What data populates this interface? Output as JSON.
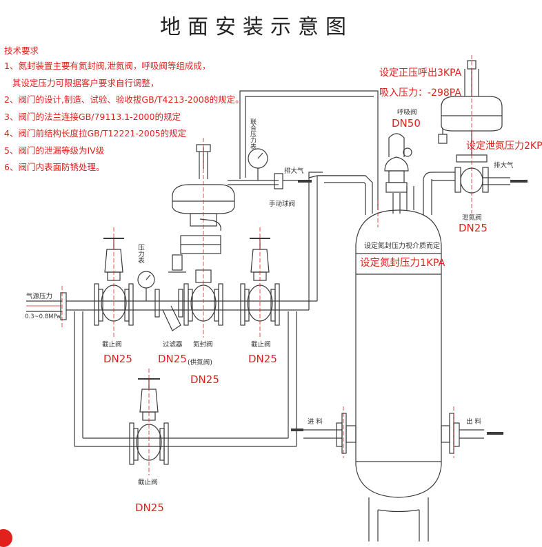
{
  "title": "地面安装示意图",
  "requirements": {
    "heading": "技术要求",
    "items": [
      "1、氮封装置主要有氮封阀,泄氮阀，呼吸阀等组成成，",
      "   其设定压力可限据客户要求自行调整，",
      "2、阀门的设计,制造、试验、验收拔GB/T4213-2008的规定。",
      "3、阀门的法兰连接GB/79113.1-2000的规定",
      "4、阀门前结构长度拉GB/T12221-2005的规定",
      "5、阀门的泄漏等级为IV级",
      "6、阀门内表面防锈处理。"
    ]
  },
  "red_labels": {
    "positive_pressure": "设定正压呼出3KPA",
    "suction_pressure": "吸入压力：-298PA",
    "breather_dn": "DN50",
    "vent_set": "设定泄氮压力2KPA",
    "vent_dn": "DN25",
    "seal_set": "设定氮封压力1KPA",
    "stop_valve_1_dn": "DN25",
    "filter_dn": "DN25",
    "stop_valve_2_dn": "DN25",
    "seal_valve_dn": "DN25",
    "stop_valve_3_dn": "DN25"
  },
  "labels": {
    "gas_source": "气源压力",
    "gas_range": "0.3~0.8MPa",
    "pressure_gauge": "压力表",
    "combined_gauge": "联合压力表",
    "exhaust_1": "排大气",
    "exhaust_2": "排大气",
    "hand_ball_valve": "手动球阀",
    "breather_valve": "呼吸阀",
    "vent_valve": "泄氮阀",
    "tank_note": "设定氮封压力视介质而定",
    "stop_valve_1": "截止阀",
    "filter": "过滤器",
    "seal_valve": "氮封阀",
    "seal_valve_sub": "(供氮阀)",
    "stop_valve_2": "截止阀",
    "stop_valve_3": "截止阀",
    "inlet": "进  料",
    "outlet": "出  料"
  }
}
